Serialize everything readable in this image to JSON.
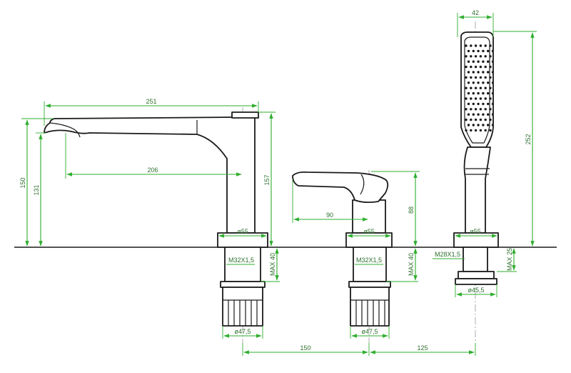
{
  "dimensions": {
    "spout_length": "251",
    "spout_height": "150",
    "spout_outlet_height": "131",
    "spout_reach": "206",
    "spout_body_height": "157",
    "spout_base_diameter": "ø55",
    "spout_thread": "M32X1,5",
    "spout_max_deck": "MAX 40",
    "spout_nut_diameter": "ø47,5",
    "mixer_lever_length": "90",
    "mixer_height": "88",
    "mixer_base_diameter": "ø55",
    "mixer_thread": "M32X1,5",
    "mixer_max_deck": "MAX 40",
    "mixer_nut_diameter": "ø47,5",
    "spacing_spout_mixer": "150",
    "spacing_mixer_shower": "125",
    "shower_width": "42",
    "shower_height": "252",
    "shower_base_diameter": "ø55",
    "shower_thread": "M28X1,5",
    "shower_max_deck": "MAX 25",
    "shower_nut_diameter": "ø45,5"
  },
  "colors": {
    "dimension_line": "#2fae2f",
    "dimension_text": "#2d6f2d",
    "outline": "#1a1a1a"
  }
}
